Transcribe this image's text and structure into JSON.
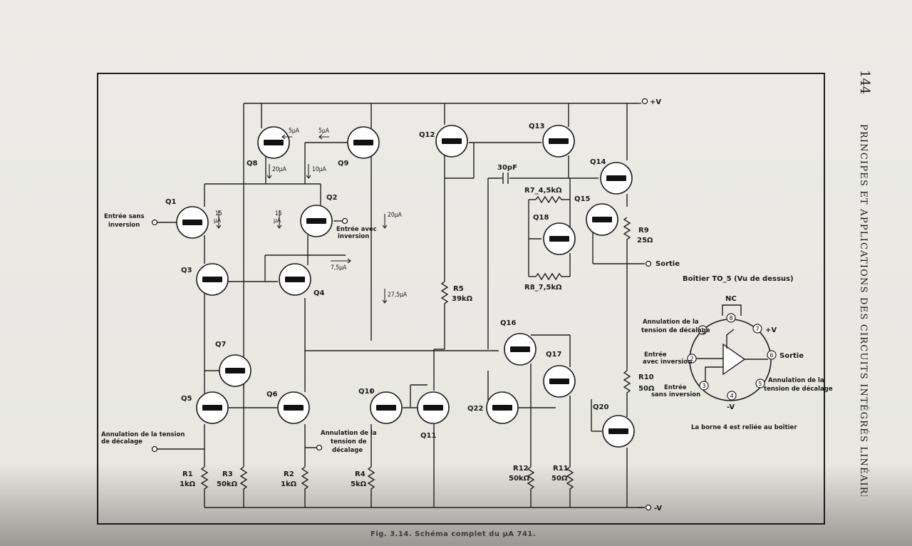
{
  "header": {
    "page_number": "144",
    "running_title": "PRINCIPES ET APPLICATIONS DES CIRCUITS INTÉGRÉS LINÉAIRES"
  },
  "caption": "Fig. 3.14. Schéma complet du µA 741.",
  "supply": {
    "positive": "+V",
    "negative": "-V"
  },
  "transistors": {
    "q1": "Q1",
    "q2": "Q2",
    "q3": "Q3",
    "q4": "Q4",
    "q5": "Q5",
    "q6": "Q6",
    "q7": "Q7",
    "q8": "Q8",
    "q9": "Q9",
    "q10": "Q10",
    "q11": "Q11",
    "q12": "Q12",
    "q13": "Q13",
    "q14": "Q14",
    "q15": "Q15",
    "q16": "Q16",
    "q17": "Q17",
    "q18": "Q18",
    "q20": "Q20",
    "q22": "Q22"
  },
  "resistors": {
    "r1": {
      "name": "R1",
      "value": "1kΩ"
    },
    "r2": {
      "name": "R2",
      "value": "1kΩ"
    },
    "r3": {
      "name": "R3",
      "value": "50kΩ"
    },
    "r4": {
      "name": "R4",
      "value": "5kΩ"
    },
    "r5": {
      "name": "R5",
      "value": "39kΩ"
    },
    "r7": "R7_4,5kΩ",
    "r8": "R8_7,5kΩ",
    "r9": {
      "name": "R9",
      "value": "25Ω"
    },
    "r10": {
      "name": "R10",
      "value": "50Ω"
    },
    "r11": {
      "name": "R11",
      "value": "50Ω"
    },
    "r12": {
      "name": "R12",
      "value": "50kΩ"
    }
  },
  "capacitor": "30pF",
  "currents": {
    "c5a": "5µA",
    "c5b": "5µA",
    "c20a": "20µA",
    "c10": "10µA",
    "c15a": "15",
    "c15b": "15",
    "cmu_a": "µA",
    "cmu_b": "µA",
    "c20b": "20µA",
    "c75": "7,5µA",
    "c275": "27,5µA"
  },
  "terminals": {
    "in_noninv": [
      "Entrée sans",
      "inversion"
    ],
    "in_inv": [
      "Entrée avec",
      "inversion"
    ],
    "offset_left": [
      "Annulation de la tension",
      "de décalage"
    ],
    "offset_right": [
      "Annulation de la",
      "tension de",
      "décalage"
    ],
    "output": "Sortie"
  },
  "package": {
    "title": "Boîtier TO_5 (Vu de dessus)",
    "nc": "NC",
    "pins": [
      "1",
      "2",
      "3",
      "4",
      "5",
      "6",
      "7",
      "8"
    ],
    "pin1_label": [
      "Annulation de la",
      "tension de décalage"
    ],
    "pin2_label": [
      "Entrée",
      "avec inversion"
    ],
    "pin3_label": [
      "Entrée",
      "sans inversion"
    ],
    "pin4_label": "-V",
    "pin5_label": [
      "Annulation de la",
      "tension de décalage"
    ],
    "pin6_label": "Sortie",
    "pin7_label": "+V",
    "note": "La borne 4 est reliée au boîtier"
  }
}
